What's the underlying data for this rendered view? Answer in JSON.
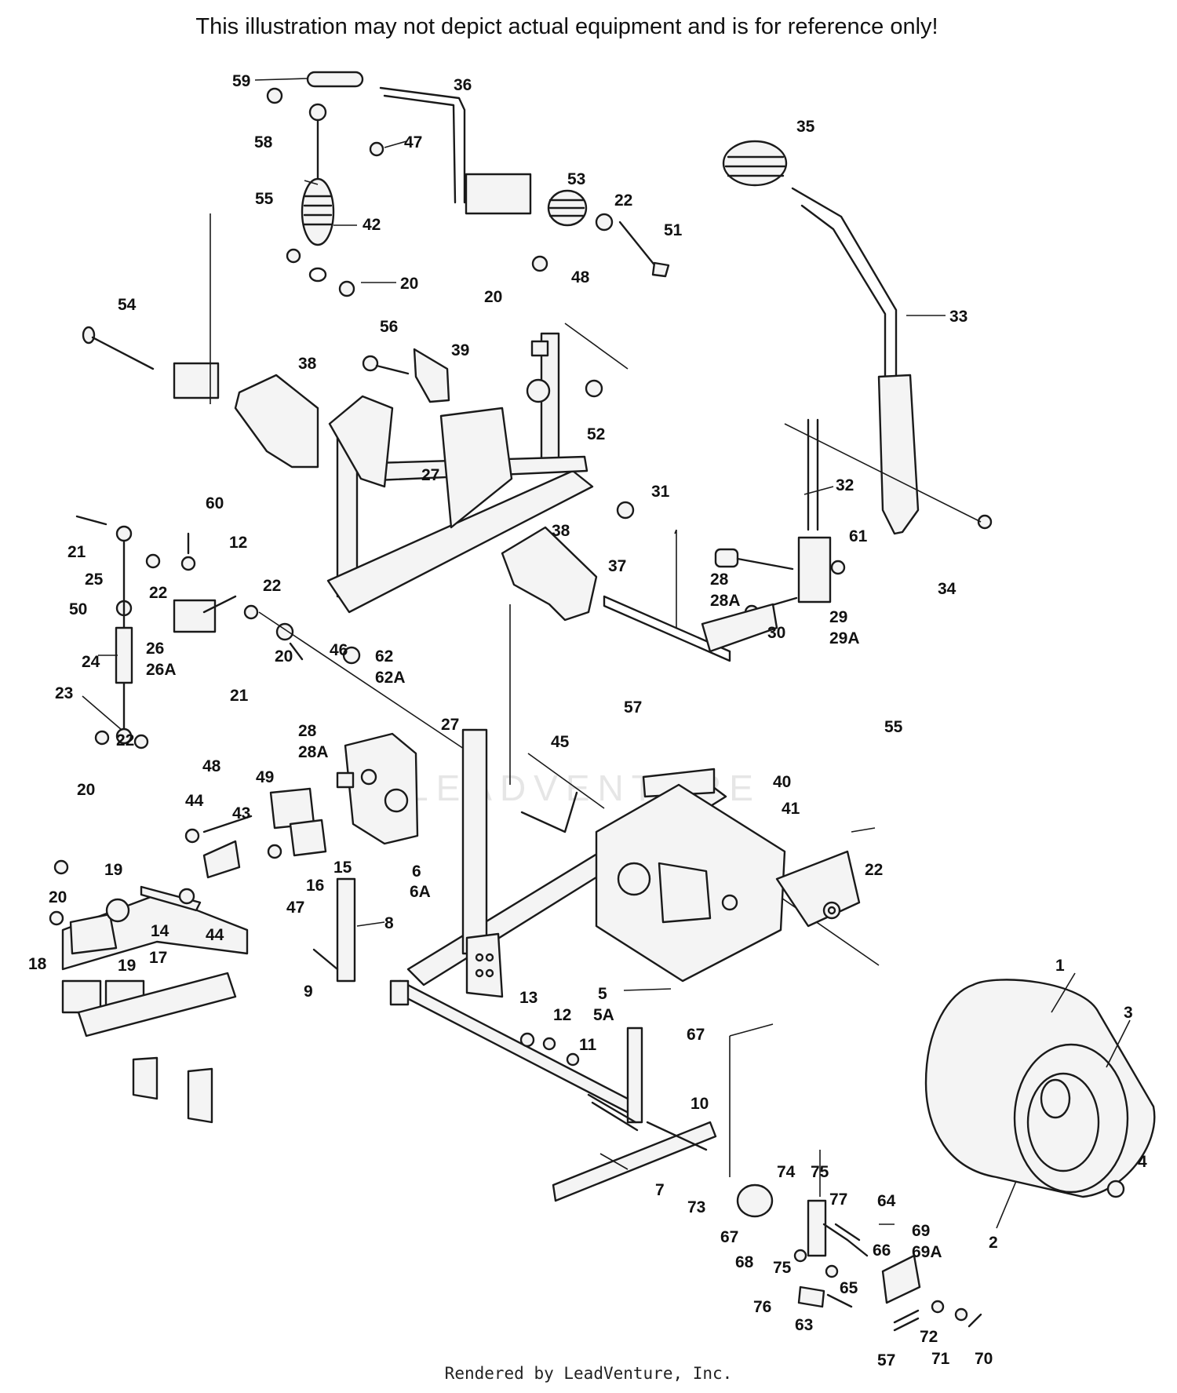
{
  "disclaimer": "This illustration may not depict actual equipment and is for reference only!",
  "footer": "Rendered by LeadVenture, Inc.",
  "watermark": "LEADVENTURE",
  "callouts": [
    "59",
    "36",
    "58",
    "47",
    "35",
    "53",
    "22",
    "51",
    "55",
    "42",
    "48",
    "20",
    "33",
    "54",
    "56",
    "39",
    "38",
    "52",
    "27",
    "31",
    "60",
    "21",
    "12",
    "25",
    "50",
    "26",
    "26A",
    "24",
    "46",
    "62",
    "62A",
    "28",
    "28A",
    "23",
    "32",
    "61",
    "29",
    "29A",
    "30",
    "34",
    "37",
    "57",
    "40",
    "41",
    "45",
    "6",
    "6A",
    "49",
    "43",
    "44",
    "15",
    "16",
    "19",
    "14",
    "17",
    "18",
    "8",
    "9",
    "5",
    "5A",
    "13",
    "11",
    "67",
    "10",
    "7",
    "73",
    "74",
    "75",
    "77",
    "64",
    "68",
    "66",
    "65",
    "69",
    "69A",
    "76",
    "63",
    "72",
    "71",
    "70",
    "1",
    "3",
    "4",
    "2"
  ]
}
